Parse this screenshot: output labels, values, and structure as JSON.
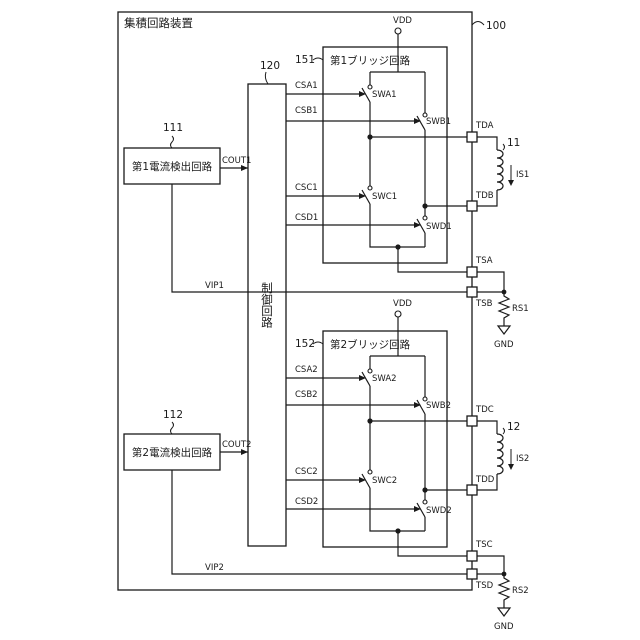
{
  "ic": {
    "title": "集積回路装置",
    "ref": "100"
  },
  "control": {
    "name": "制御回路",
    "ref": "120"
  },
  "detectors": [
    {
      "name": "第1電流検出回路",
      "ref": "111",
      "out": "COUT1",
      "vip": "VIP1"
    },
    {
      "name": "第2電流検出回路",
      "ref": "112",
      "out": "COUT2",
      "vip": "VIP2"
    }
  ],
  "bridges": [
    {
      "name": "第1ブリッジ回路",
      "ref": "151",
      "vdd": "VDD",
      "signals": [
        "CSA1",
        "CSB1",
        "CSC1",
        "CSD1"
      ],
      "switches": [
        "SWA1",
        "SWB1",
        "SWC1",
        "SWD1"
      ],
      "terminals": [
        "TDA",
        "TDB",
        "TSA",
        "TSB"
      ],
      "coil_ref": "11",
      "coil_current": "IS1",
      "sense_resistor": "RS1",
      "gnd": "GND"
    },
    {
      "name": "第2ブリッジ回路",
      "ref": "152",
      "vdd": "VDD",
      "signals": [
        "CSA2",
        "CSB2",
        "CSC2",
        "CSD2"
      ],
      "switches": [
        "SWA2",
        "SWB2",
        "SWC2",
        "SWD2"
      ],
      "terminals": [
        "TDC",
        "TDD",
        "TSC",
        "TSD"
      ],
      "coil_ref": "12",
      "coil_current": "IS2",
      "sense_resistor": "RS2",
      "gnd": "GND"
    }
  ]
}
